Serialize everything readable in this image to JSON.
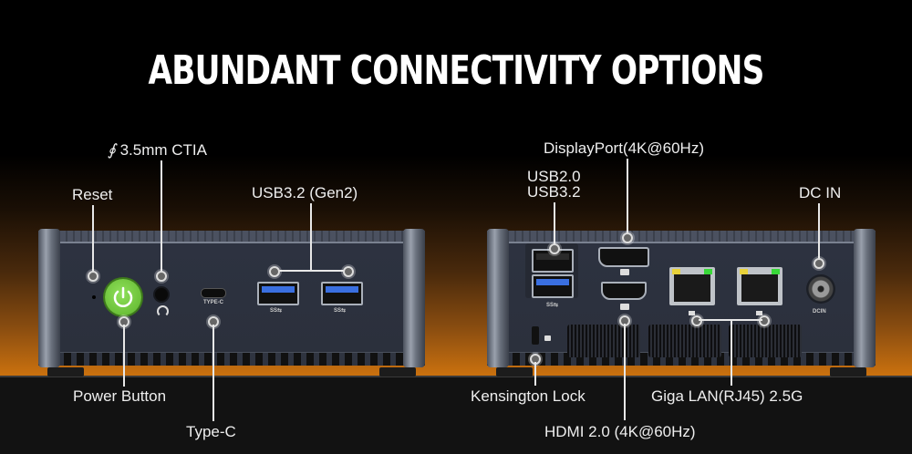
{
  "title": "ABUNDANT CONNECTIVITY OPTIONS",
  "front_panel": {
    "labels": {
      "reset": "Reset",
      "audio": "3.5mm CTIA",
      "audio_icon": "headset-jack-icon",
      "usb32": "USB3.2  (Gen2)",
      "power": "Power Button",
      "typec": "Type-C"
    },
    "port_text": {
      "typec_print": "TYPE-C",
      "usb_logo": "SS⇆"
    },
    "power_button_color": "#6cc23a"
  },
  "rear_panel": {
    "labels": {
      "displayport": "DisplayPort(4K@60Hz)",
      "usb20": "USB2.0",
      "usb32": "USB3.2",
      "dcin": "DC IN",
      "kensington": "Kensington Lock",
      "hdmi": "HDMI 2.0 (4K@60Hz)",
      "lan": "Giga LAN(RJ45) 2.5G"
    },
    "port_text": {
      "dcin_print": "DCIN",
      "usb_logo": "SS⇆"
    },
    "led_colors": {
      "activity": "#e8d23a",
      "link": "#38d838"
    },
    "usb3_color": "#3a6fe0"
  },
  "colors": {
    "background_top": "#000000",
    "background_glow": "#c8700f",
    "device_body": "#2b303c",
    "floor": "#121212"
  }
}
